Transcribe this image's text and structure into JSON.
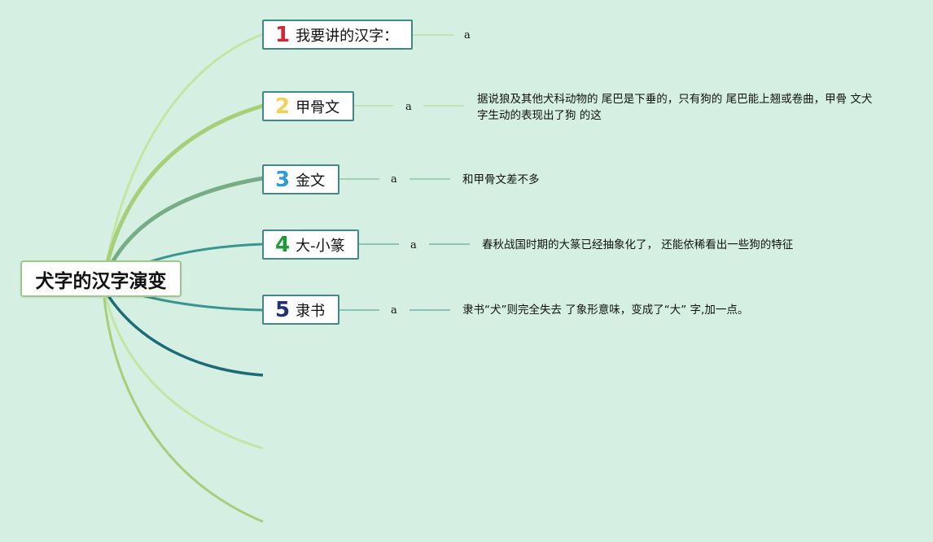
{
  "root": {
    "label": "犬字的汉字演变"
  },
  "topics": [
    {
      "number": "1",
      "label": "我要讲的汉字：",
      "sub_label": "a",
      "note": "",
      "number_color": "#d6243a"
    },
    {
      "number": "2",
      "label": "甲骨文",
      "sub_label": "a",
      "note": "据说狼及其他犬科动物的 尾巴是下垂的，只有狗的 尾巴能上翘或卷曲，甲骨 文犬字生动的表现出了狗 的这",
      "number_color": "#f2d056"
    },
    {
      "number": "3",
      "label": "金文",
      "sub_label": "a",
      "note": "和甲骨文差不多",
      "number_color": "#2f9bd6"
    },
    {
      "number": "4",
      "label": "大-小篆",
      "sub_label": "a",
      "note": "春秋战国时期的大篆已经抽象化了， 还能依稀看出一些狗的特征",
      "number_color": "#1d9a3a"
    },
    {
      "number": "5",
      "label": "隶书",
      "sub_label": "a",
      "note": "隶书“犬”则完全失去 了象形意味，变成了“大” 字,加一点。",
      "number_color": "#23307a"
    }
  ],
  "colors": {
    "background": "#d5f0e3",
    "node_border": "#3f8a88",
    "root_border": "#9cc88c"
  }
}
